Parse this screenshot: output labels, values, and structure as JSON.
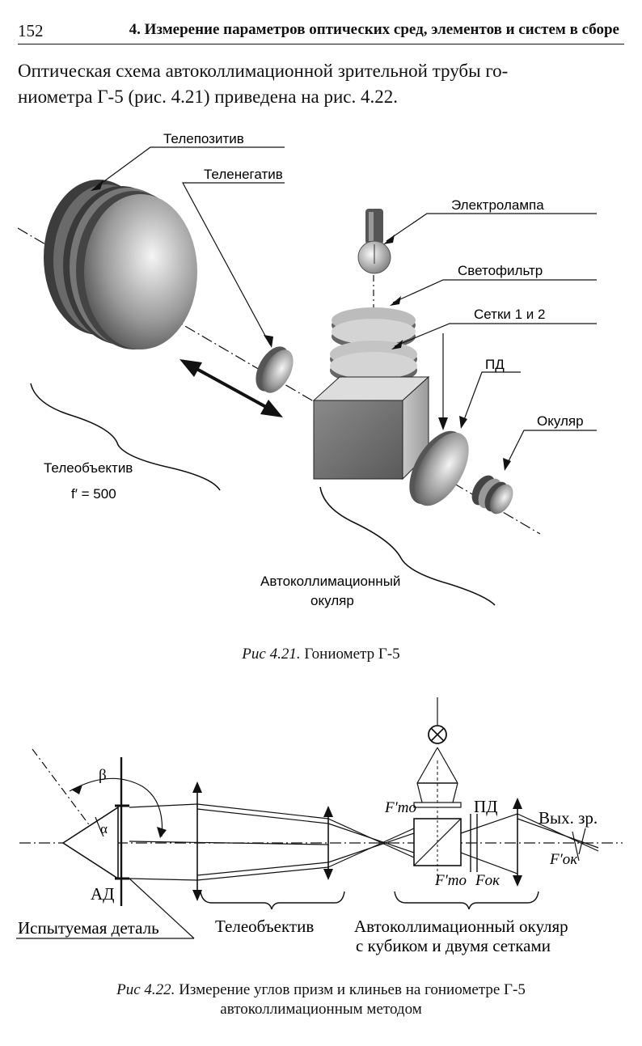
{
  "header": {
    "page_number": "152",
    "title": "4. Измерение параметров оптических сред, элементов и систем в сборе"
  },
  "intro": {
    "line1": "Оптическая схема автоколлимационной зрительной трубы го-",
    "line2": "ниометра Г-5 (рис. 4.21) приведена на рис. 4.22."
  },
  "fig1": {
    "labels": {
      "telepozitiv": "Телепозитив",
      "telenegativ": "Теленегатив",
      "lamp": "Электролампа",
      "filter": "Светофильтр",
      "grids": "Сетки 1 и 2",
      "pd": "ПД",
      "ocular": "Окуляр",
      "teleobjective": "Телеобъектив",
      "focal": "f′ = 500",
      "autocoll_line1": "Автоколлимационный",
      "autocoll_line2": "окуляр"
    },
    "caption_num": "Рис 4.21.",
    "caption_text": " Гониометр Г-5"
  },
  "fig2": {
    "labels": {
      "beta": "β",
      "alpha": "α",
      "ad": "АД",
      "f_to_top": "F′то",
      "pd": "ПД",
      "exit_pupil": "Вых. зр.",
      "f_ok_prime": "F′ок",
      "f_to_bottom": "F′то",
      "f_ok": "Fок",
      "test_part": "Испытуемая деталь",
      "teleobjective": "Телеобъектив",
      "autocoll_line1": "Автоколлимационный окуляр",
      "autocoll_line2": "с кубиком и двумя сетками"
    },
    "caption_num": "Рис 4.22.",
    "caption_line1": " Измерение углов призм и клиньев на гониометре Г-5",
    "caption_line2": "автоколлимационным методом"
  }
}
